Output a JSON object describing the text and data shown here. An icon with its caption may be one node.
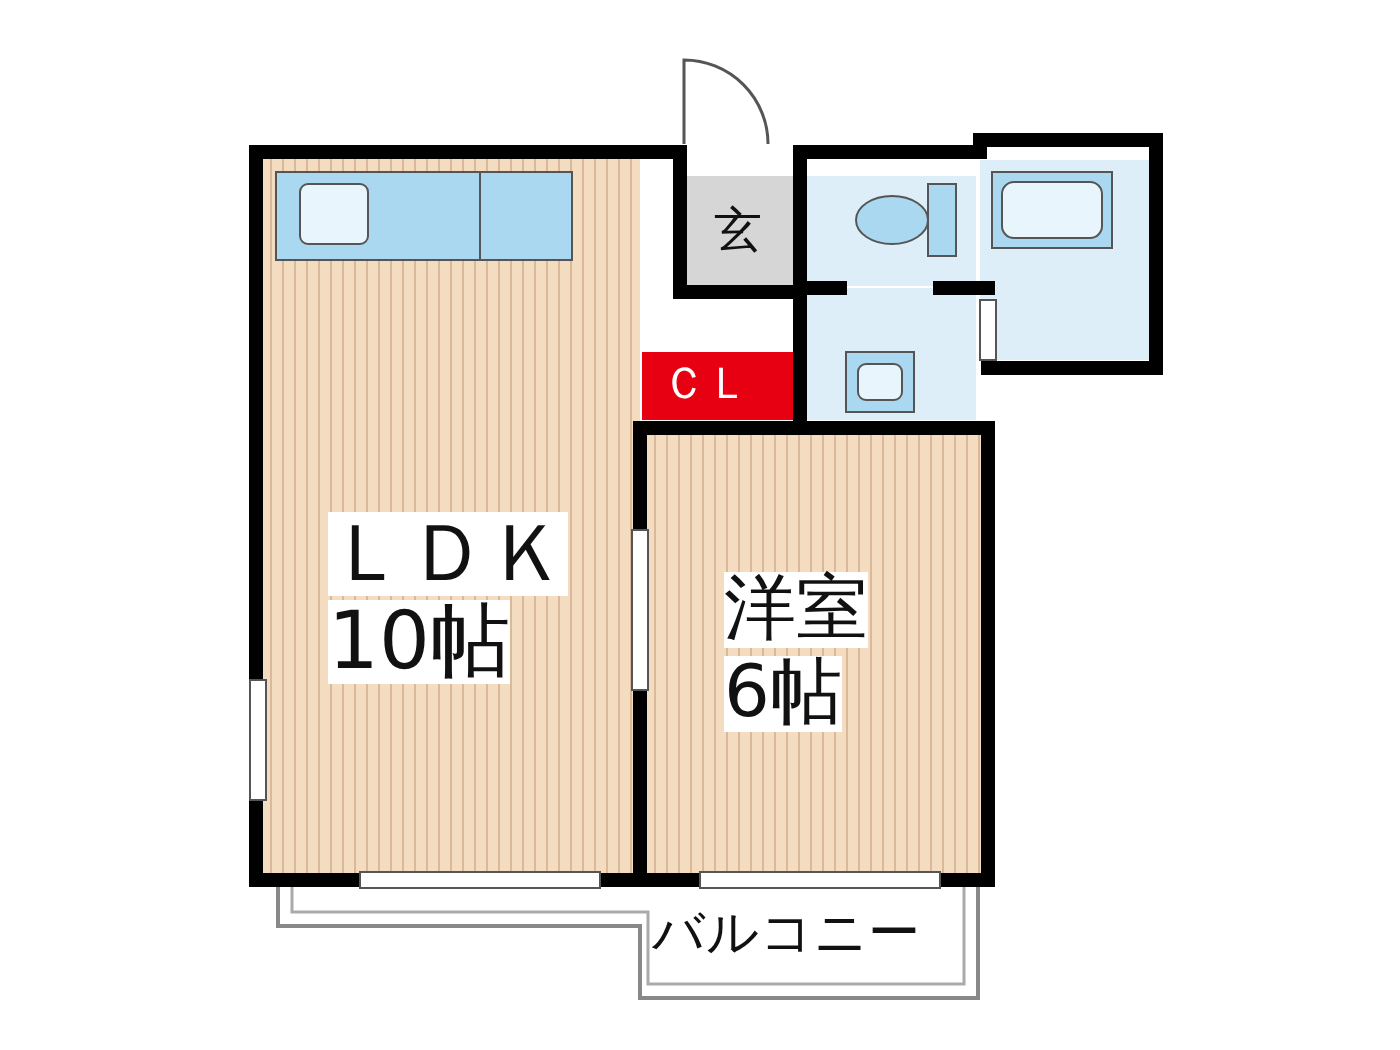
{
  "diagram": {
    "nodes": [
      {
        "text": [
          "ＬＤＫ",
          "10帖"
        ]
      },
      {
        "text": [
          "洋室",
          "6帖"
        ]
      },
      {
        "text": [
          "玄"
        ]
      },
      {
        "text": [
          "ＣＬ"
        ]
      },
      {
        "text": [
          "バルコニー"
        ]
      }
    ]
  }
}
